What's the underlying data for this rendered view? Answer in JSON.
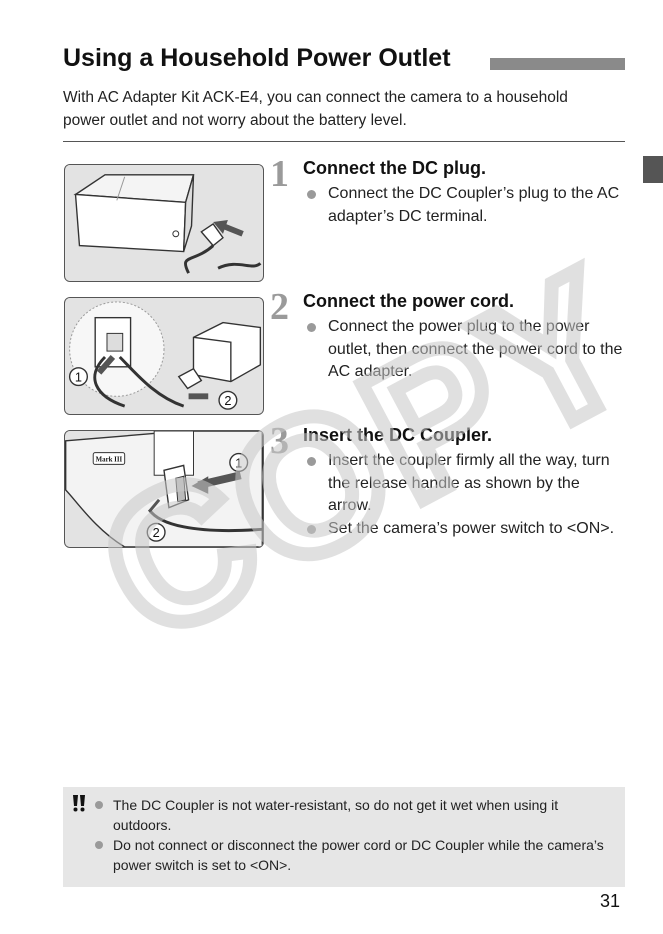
{
  "page": {
    "title": "Using a Household Power Outlet",
    "intro": "With AC Adapter Kit ACK-E4, you can connect the camera to a household power outlet and not worry about the battery level.",
    "page_number": "31"
  },
  "steps": [
    {
      "number": "1",
      "heading": "Connect the DC plug.",
      "bullets": [
        "Connect the DC Coupler’s plug to the AC adapter’s DC terminal."
      ]
    },
    {
      "number": "2",
      "heading": "Connect the power cord.",
      "bullets": [
        "Connect the power plug to the power outlet, then connect the power cord to the AC adapter."
      ]
    },
    {
      "number": "3",
      "heading": "Insert the DC Coupler.",
      "bullets": [
        "Insert the coupler firmly all the way, turn the release handle as shown by the arrow.",
        "Set the camera’s power switch to <ON>."
      ]
    }
  ],
  "illustrations": {
    "callout_1": "1",
    "callout_2": "2",
    "camera_label": "Mark III"
  },
  "watermark": {
    "text": "COPY"
  },
  "caution": {
    "icon": "caution-exclamation-icon",
    "items": [
      "The DC Coupler is not water-resistant, so do not get it wet when using it outdoors.",
      "Do not connect or disconnect the power cord or DC Coupler while the camera’s power switch is set to <ON>."
    ]
  },
  "colors": {
    "title_bar": "#8a8a8a",
    "step_number": "#9a9a9a",
    "caution_bg": "#e6e6e6",
    "watermark": "#d9d9d9"
  }
}
